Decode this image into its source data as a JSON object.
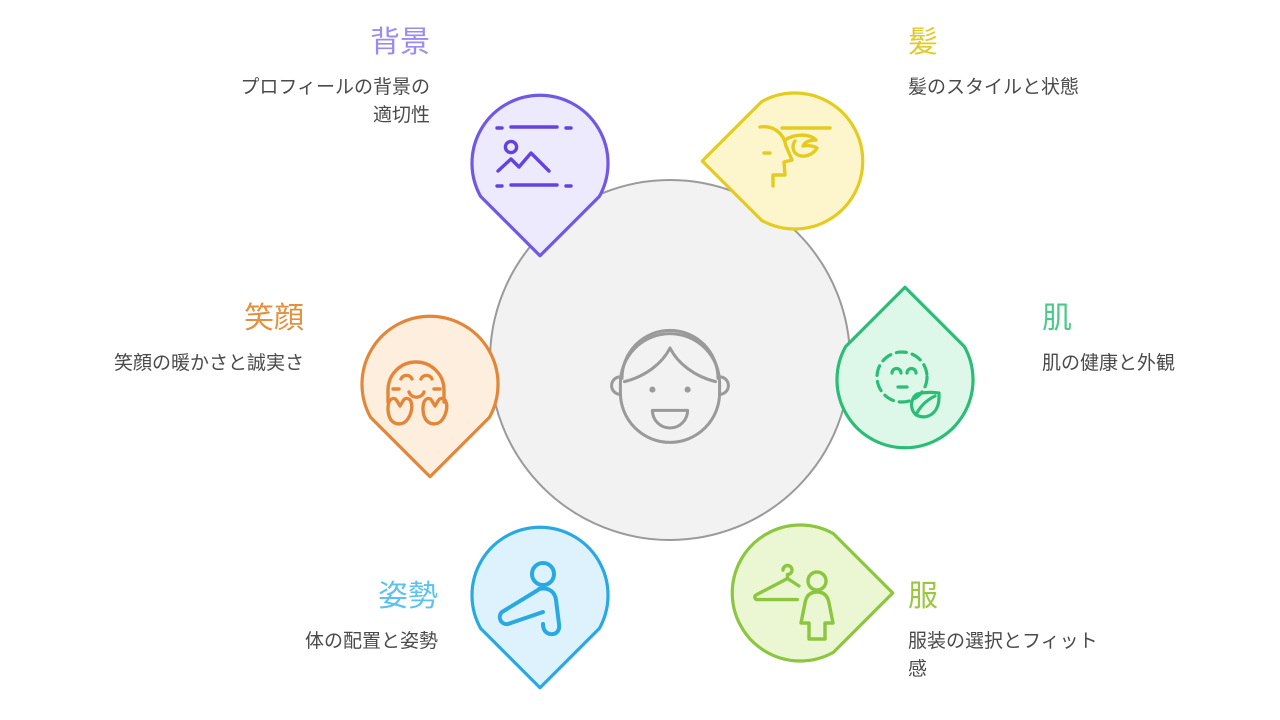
{
  "diagram": {
    "type": "hub-and-spoke-pin-diagram",
    "center": {
      "icon": "smiling-face-icon",
      "fill_color": "#f2f2f2",
      "stroke_color": "#9a9a9a"
    },
    "nodes": [
      {
        "id": "background",
        "title": "背景",
        "description": "プロフィールの背景の\n適切性",
        "desc_lines": [
          "プロフィールの背景の",
          "適切性"
        ],
        "icon": "image-landscape-icon",
        "stroke_color": "#7158e2",
        "fill_color": "#eeeafd",
        "title_color": "#9b8bf0",
        "position": "top-left"
      },
      {
        "id": "hair",
        "title": "髪",
        "description": "髪のスタイルと状態",
        "desc_lines": [
          "髪のスタイルと状態"
        ],
        "icon": "hair-profile-icon",
        "stroke_color": "#e3cc1f",
        "fill_color": "#fdf6cd",
        "title_color": "#e0c92c",
        "position": "top-right"
      },
      {
        "id": "skin",
        "title": "肌",
        "description": "肌の健康と外観",
        "desc_lines": [
          "肌の健康と外観"
        ],
        "icon": "face-leaf-skincare-icon",
        "stroke_color": "#2bbd77",
        "fill_color": "#ddf7e9",
        "title_color": "#4cc98a",
        "position": "right"
      },
      {
        "id": "clothes",
        "title": "服",
        "description": "服装の選択とフィット\n感",
        "desc_lines": [
          "服装の選択とフィット",
          "感"
        ],
        "icon": "hanger-person-icon",
        "stroke_color": "#8cc63f",
        "fill_color": "#eaf7d2",
        "title_color": "#9dc63f",
        "position": "bottom-right"
      },
      {
        "id": "posture",
        "title": "姿勢",
        "description": "体の配置と姿勢",
        "desc_lines": [
          "体の配置と姿勢"
        ],
        "icon": "seated-person-posture-icon",
        "stroke_color": "#29a9e1",
        "fill_color": "#ddf2fc",
        "title_color": "#5bc2f0",
        "position": "bottom-left"
      },
      {
        "id": "smile",
        "title": "笑顔",
        "description": "笑顔の暖かさと誠実さ",
        "desc_lines": [
          "笑顔の暖かさと誠実さ"
        ],
        "icon": "smiling-face-with-hands-icon",
        "stroke_color": "#e2873a",
        "fill_color": "#fdeedd",
        "title_color": "#e2913f",
        "position": "left"
      }
    ]
  }
}
